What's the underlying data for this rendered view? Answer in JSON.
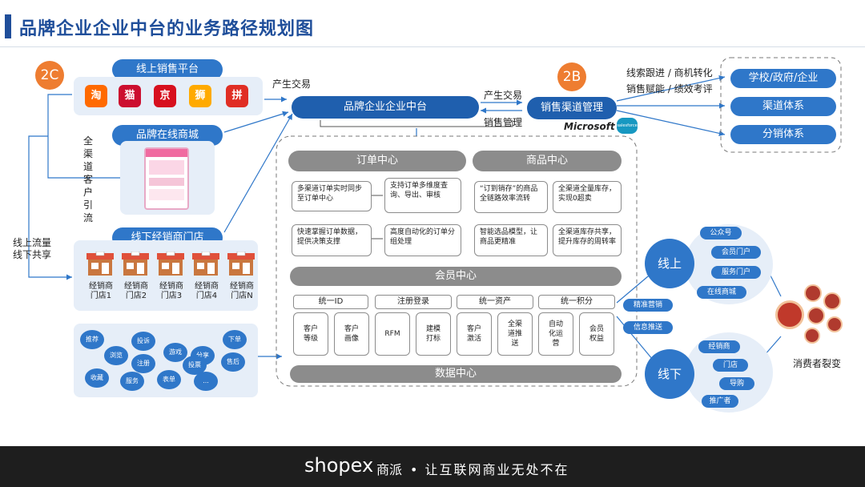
{
  "header": {
    "title": "品牌企业企业中台的业务路径规划图"
  },
  "left": {
    "badge_2c": "2C",
    "online_platform": "线上销售平台",
    "brand_mall": "品牌在线商城",
    "offline_stores": "线下经销商门店",
    "vertical_text": "全渠道客户引流",
    "flow_text": "线上流量\n线下共享",
    "platform_logos": [
      {
        "name": "taobao",
        "text": "淘",
        "color": "#ff6a00"
      },
      {
        "name": "tmall",
        "text": "猫",
        "color": "#cc0f2f"
      },
      {
        "name": "jd",
        "text": "京",
        "color": "#d7101e"
      },
      {
        "name": "suning",
        "text": "狮",
        "color": "#ffaa00"
      },
      {
        "name": "pinduoduo",
        "text": "拼",
        "color": "#e02e24"
      }
    ],
    "stores": [
      "经销商\n门店1",
      "经销商\n门店2",
      "经销商\n门店3",
      "经销商\n门店4",
      "经销商\n门店N"
    ],
    "interactions": [
      "推荐",
      "投诉",
      "下单",
      "浏览",
      "游戏",
      "分享",
      "注册",
      "投票",
      "售后",
      "收藏",
      "服务",
      "表单",
      "..."
    ]
  },
  "center": {
    "produce_trade_left": "产生交易",
    "platform": "品牌企业企业中台",
    "produce_trade_right": "产生交易",
    "sales_mgmt": "销售管理",
    "order_center": "订单中心",
    "product_center": "商品中心",
    "order_features": [
      "多渠道订单实时同步至订单中心",
      "支持订单多维度查询、导出、审核",
      "快速掌握订单数据，提供决策支撑",
      "高度自动化的订单分组处理"
    ],
    "product_features": [
      "“订到销存”的商品全链路效率流转",
      "全渠道全量库存，实现0超卖",
      "智能选品模型，让商品更精准",
      "全渠道库存共享，提升库存的周转率"
    ],
    "member_center": "会员中心",
    "member_subheaders": [
      "统一ID",
      "注册登录",
      "统一资产",
      "统一积分"
    ],
    "member_tiles": [
      "客户\n等级",
      "客户\n画像",
      "RFM",
      "建模\n打标",
      "客户\n激活",
      "全渠\n道推\n送",
      "自动\n化运\n营",
      "会员\n权益"
    ],
    "data_center": "数据中心"
  },
  "right": {
    "badge_2b": "2B",
    "channel_mgmt": "销售渠道管理",
    "microsoft": "Microsoft",
    "salesforce": "salesforce",
    "clue_text": "线索跟进 / 商机转化",
    "enable_text": "销售赋能 / 绩效考评",
    "targets": [
      "学校/政府/企业",
      "渠道体系",
      "分销体系"
    ],
    "online": "线上",
    "offline": "线下",
    "precise_marketing": "精准营销",
    "info_push": "信息推送",
    "online_items": [
      "公众号",
      "会员门户",
      "服务门户",
      "在线商城"
    ],
    "offline_items": [
      "经销商",
      "门店",
      "导购",
      "推广者"
    ],
    "consumers": "消费者裂变"
  },
  "footer": {
    "brand": "shopex",
    "brand_cn": "商派",
    "slogan": "• 让互联网商业无处不在"
  },
  "colors": {
    "primary": "#2f77c9",
    "accent": "#ee7d31",
    "title": "#1f4e9a",
    "gray": "#8c8c8c"
  }
}
